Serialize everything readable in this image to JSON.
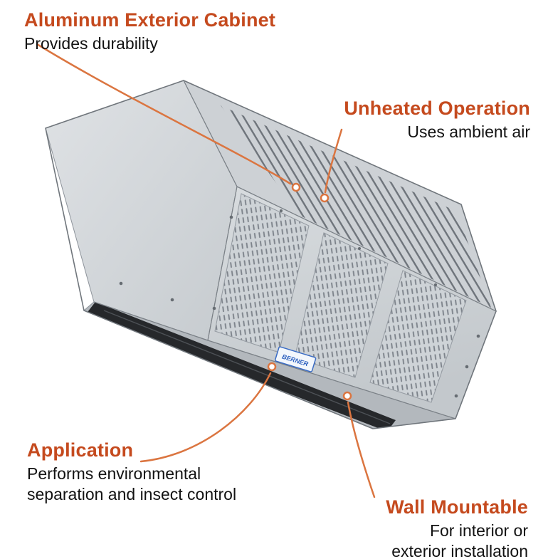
{
  "colors": {
    "accent_heading": "#C54A1E",
    "leader_line": "#DB7540",
    "logo_blue": "#2F62C0"
  },
  "callouts": {
    "cabinet": {
      "title": "Aluminum Exterior Cabinet",
      "subtitle": "Provides durability"
    },
    "unheated": {
      "title": "Unheated Operation",
      "subtitle": "Uses ambient air"
    },
    "application": {
      "title": "Application",
      "subtitle_lines": [
        "Performs environmental",
        "separation and insect control"
      ]
    },
    "wall_mountable": {
      "title": "Wall Mountable",
      "subtitle_lines": [
        "For interior or",
        "exterior installation"
      ]
    }
  },
  "product": {
    "logo_text": "BERNER"
  }
}
